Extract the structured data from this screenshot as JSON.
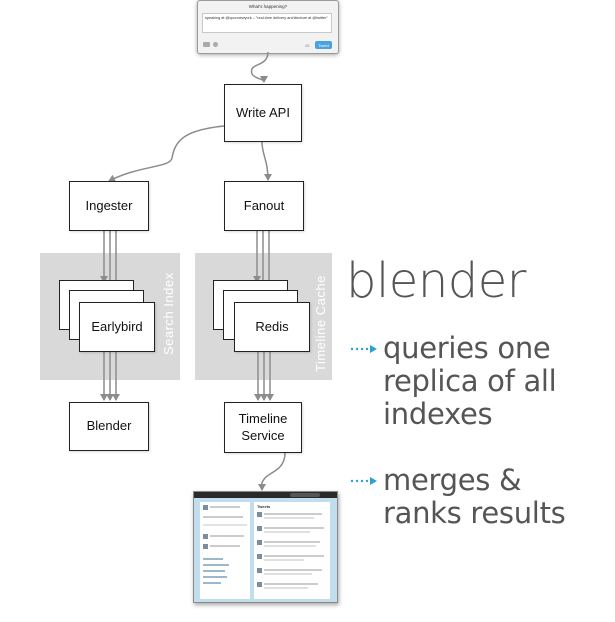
{
  "compose": {
    "title": "What's happening?",
    "text": "speaking at @qconnewyork – \"real-time delivery architecture at @twitter\"",
    "send_label": "Tweet",
    "count": "28"
  },
  "nodes": {
    "write_api": "Write API",
    "ingester": "Ingester",
    "fanout": "Fanout",
    "earlybird": "Earlybird",
    "redis": "Redis",
    "blender": "Blender",
    "timeline_service": "Timeline Service"
  },
  "panels": {
    "search_index": "Search Index",
    "timeline_cache": "Timeline Cache"
  },
  "thumbnail": {
    "heading": "Tweets"
  },
  "right": {
    "title": "blender",
    "bullets": [
      {
        "text": "queries one replica of all indexes"
      },
      {
        "text": "merges & ranks results"
      }
    ]
  },
  "colors": {
    "arrow": "#8c8c8c",
    "panel": "#d9d9d9",
    "text": "#555555",
    "bullet_arrow": "#2ba0d6"
  }
}
